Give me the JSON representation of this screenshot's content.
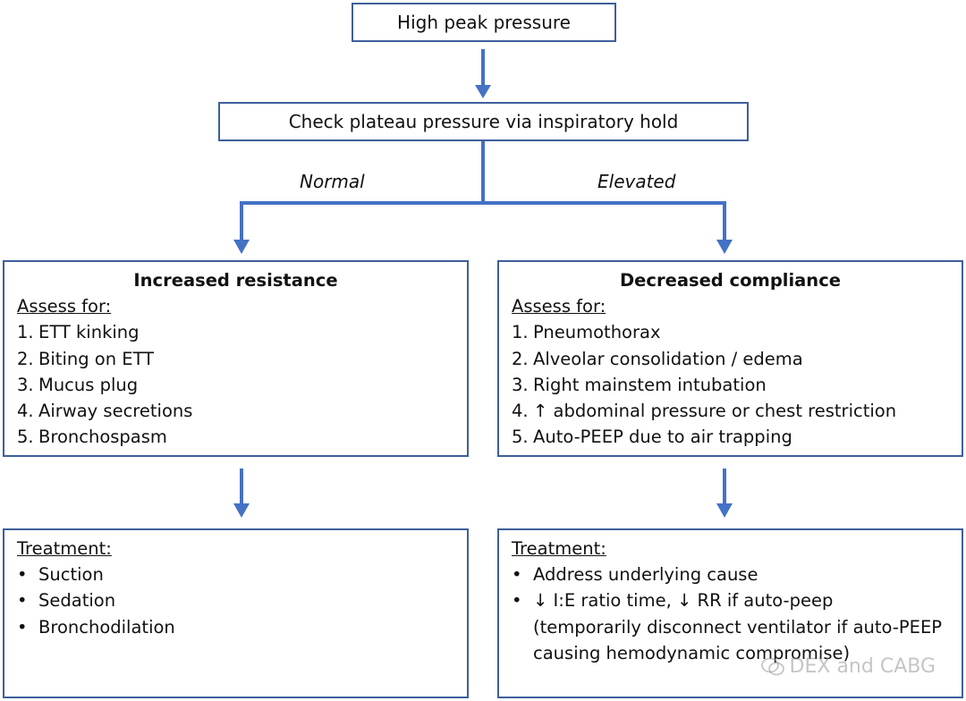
{
  "top_box": {
    "text": "High peak pressure"
  },
  "check_box": {
    "text": "Check plateau pressure via inspiratory hold"
  },
  "branches": {
    "left": "Normal",
    "right": "Elevated"
  },
  "left_panel": {
    "title": "Increased resistance",
    "heading": "Assess for:",
    "items": [
      {
        "num": "1.",
        "text": "ETT kinking"
      },
      {
        "num": "2.",
        "text": "Biting on ETT"
      },
      {
        "num": "3.",
        "text": "Mucus plug"
      },
      {
        "num": "4.",
        "text": "Airway secretions"
      },
      {
        "num": "5.",
        "text": "Bronchospasm"
      }
    ]
  },
  "right_panel": {
    "title": "Decreased compliance",
    "heading": "Assess for:",
    "items": [
      {
        "num": "1.",
        "text": "Pneumothorax"
      },
      {
        "num": "2.",
        "text": "Alveolar consolidation / edema"
      },
      {
        "num": "3.",
        "text": "Right mainstem intubation"
      },
      {
        "num": "4.",
        "text": "↑ abdominal pressure or chest restriction"
      },
      {
        "num": "5.",
        "text": "Auto-PEEP due to air trapping"
      }
    ]
  },
  "left_treatment": {
    "heading": "Treatment:",
    "bullets": [
      "Suction",
      "Sedation",
      "Bronchodilation"
    ]
  },
  "right_treatment": {
    "heading": "Treatment:",
    "bullets": [
      "Address underlying cause",
      "↓ I:E ratio time, ↓ RR if auto-peep",
      "(temporarily disconnect ventilator if auto-PEEP causing hemodynamic compromise)"
    ]
  },
  "watermark": {
    "text": "DEX and CABG"
  },
  "colors": {
    "box_border": "#3e5f9a",
    "arrow": "#4472c4"
  }
}
